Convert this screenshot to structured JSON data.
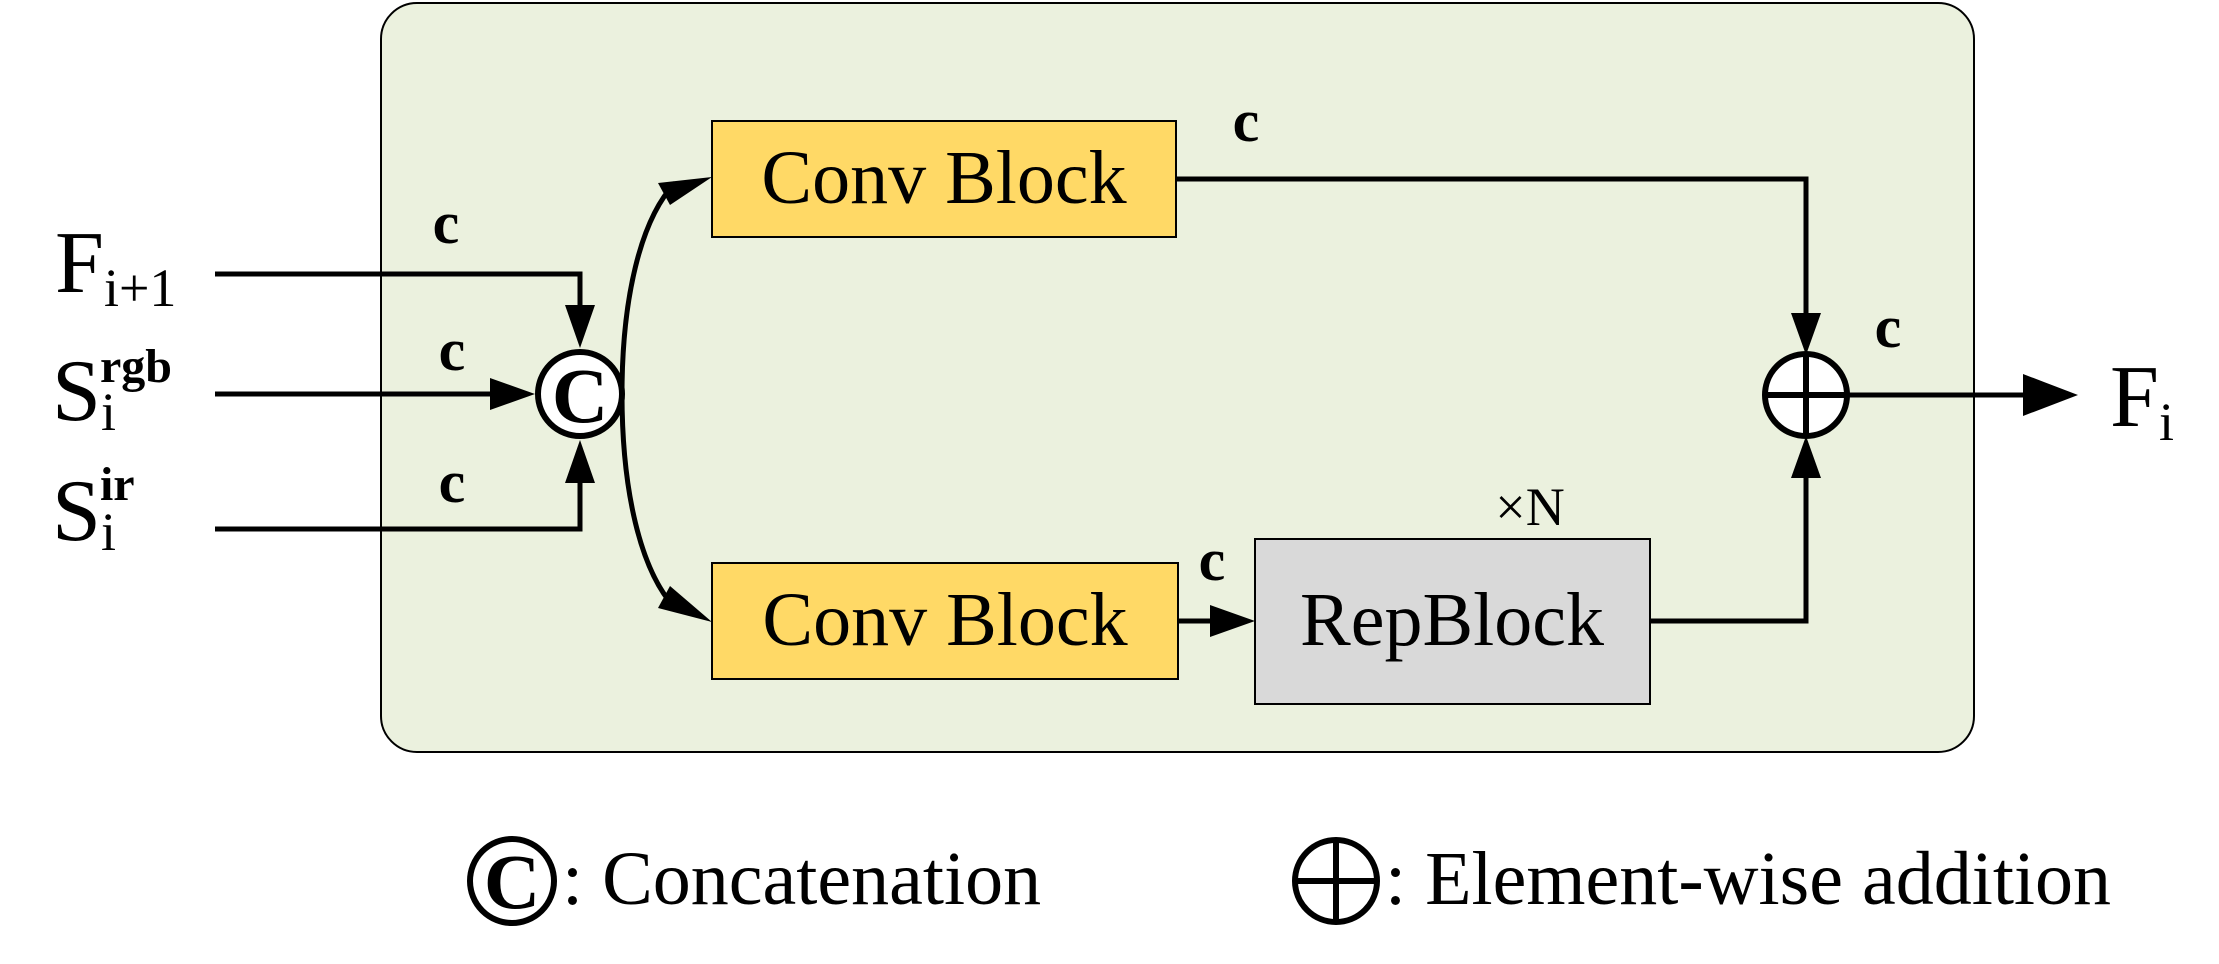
{
  "diagram": {
    "inputs": {
      "f_next": {
        "base": "F",
        "sub": "i+1"
      },
      "s_rgb": {
        "base": "S",
        "sub": "i",
        "sup": "rgb"
      },
      "s_ir": {
        "base": "S",
        "sub": "i",
        "sup": "ir"
      }
    },
    "channel_label": "c",
    "concat_symbol": "C",
    "blocks": {
      "conv_top": "Conv Block",
      "conv_bottom": "Conv Block",
      "repblock": "RepBlock",
      "repeat": "×N"
    },
    "output": {
      "base": "F",
      "sub": "i"
    },
    "legend": {
      "concat_label": ": Concatenation",
      "add_label": ": Element-wise addition"
    },
    "colors": {
      "panel_fill": "#EBF1DE",
      "conv_fill": "#FFD966",
      "repblock_fill": "#D9D9D9",
      "line": "#000000"
    }
  }
}
